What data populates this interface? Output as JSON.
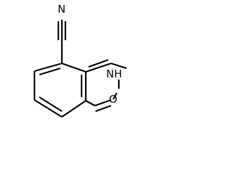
{
  "molecule": {
    "atoms": {
      "nitrile_n": "N",
      "ring_nh": "NH",
      "carbonyl_o": "O"
    }
  }
}
